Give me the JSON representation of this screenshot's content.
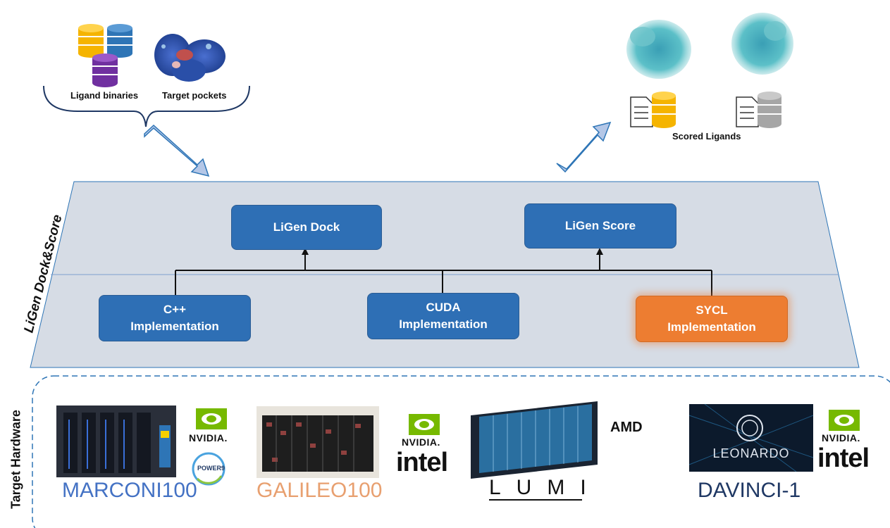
{
  "inputs": {
    "ligand_label": "Ligand binaries",
    "target_label": "Target pockets"
  },
  "outputs": {
    "scored_label": "Scored Ligands"
  },
  "platform": {
    "side_label": "LiGen Dock&Score",
    "dock_label": "LiGen Dock",
    "score_label": "LiGen Score",
    "impl": [
      {
        "line1": "C++",
        "line2": "Implementation"
      },
      {
        "line1": "CUDA",
        "line2": "Implementation"
      },
      {
        "line1": "SYCL",
        "line2": "Implementation"
      }
    ]
  },
  "hardware": {
    "side_label": "Target Hardware",
    "systems": [
      {
        "name": "MARCONI100",
        "color": "#4472c4",
        "vendors": [
          "NVIDIA.",
          "POWER9"
        ]
      },
      {
        "name": "GALILEO100",
        "color": "#e8a070",
        "vendors": [
          "NVIDIA.",
          "intel"
        ]
      },
      {
        "name": "LUMI",
        "color": "#111111",
        "vendors": [
          "AMD"
        ]
      },
      {
        "name": "DAVINCI-1",
        "color": "#1f3864",
        "vendors": [
          "NVIDIA.",
          "intel"
        ],
        "logo_text": "LEONARDO"
      }
    ]
  },
  "colors": {
    "box_blue": "#2e6fb5",
    "box_orange": "#ed7d31",
    "platform_fill": "#d6dce5",
    "dashed_border": "#2e75b6"
  }
}
